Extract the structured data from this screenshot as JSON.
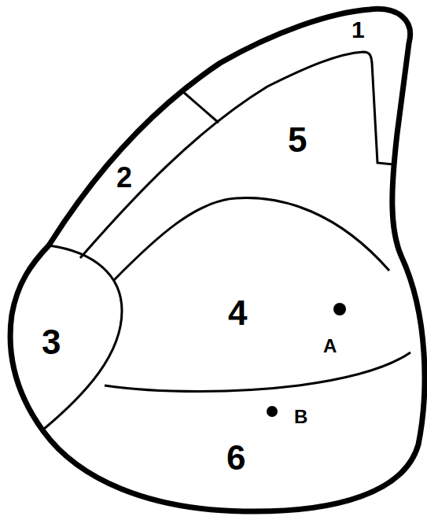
{
  "diagram": {
    "nodes": [
      {
        "text": [
          "1"
        ]
      },
      {
        "text": [
          "2"
        ]
      },
      {
        "text": [
          "3"
        ]
      },
      {
        "text": [
          "4"
        ]
      },
      {
        "text": [
          "5"
        ]
      },
      {
        "text": [
          "6"
        ]
      }
    ],
    "labels": [
      "A",
      "B"
    ]
  }
}
